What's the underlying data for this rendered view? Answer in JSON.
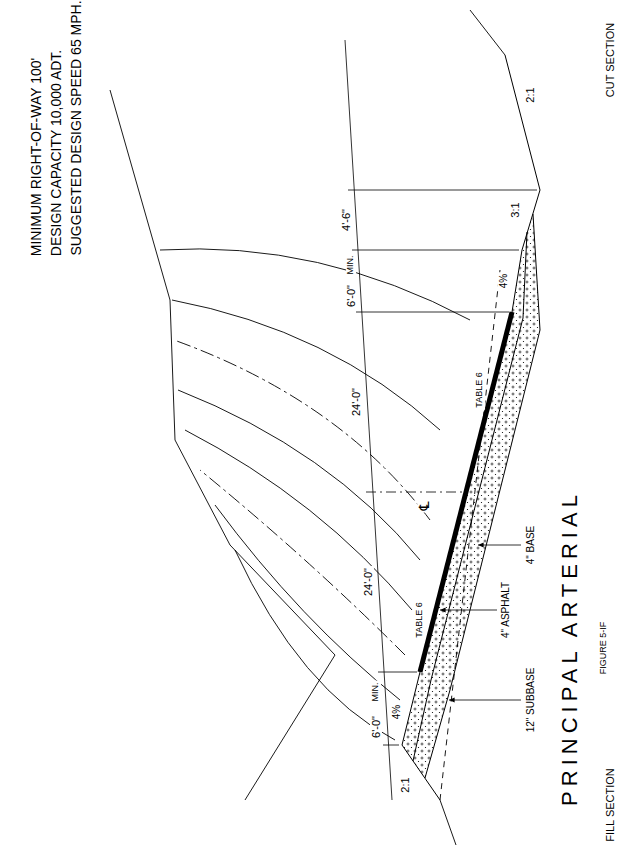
{
  "diagram": {
    "title": "PRINCIPAL ARTERIAL",
    "caption": "FIGURE 5-IF",
    "labels": [
      "MINIMUM RIGHT-OF-WAY 100'",
      "DESIGN CAPACITY 10,000 ADT.",
      "SUGGESTED DESIGN SPEED 65 MPH.",
      "FILL SECTION",
      "CUT SECTION",
      "2:1",
      "2:1",
      "3:1",
      "6'-0\"",
      "MIN.",
      "24'-0\"",
      "℄",
      "24'-0\"",
      "6'-0\"",
      "MIN.",
      "4'-6\"",
      "4%",
      "4%",
      "TABLE 6",
      "4\" ASPHALT",
      "TABLE 6",
      "4\" BASE",
      "12\" SUBBASE"
    ]
  }
}
